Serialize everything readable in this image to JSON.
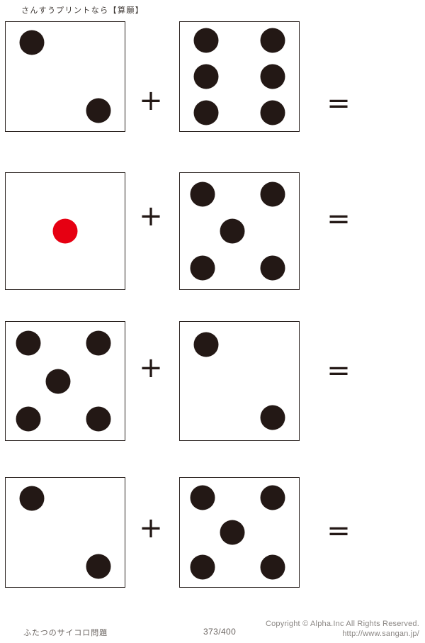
{
  "header": {
    "title": "さんすうプリントなら【算願】"
  },
  "operators": {
    "plus": "+",
    "equals": "="
  },
  "problems": [
    {
      "index": 1,
      "left_die": {
        "value": 2,
        "pip_color": "#231815"
      },
      "right_die": {
        "value": 6,
        "pip_color": "#231815"
      },
      "operator": "+",
      "result_operator": "=",
      "answer": ""
    },
    {
      "index": 2,
      "left_die": {
        "value": 1,
        "pip_color": "#e60012"
      },
      "right_die": {
        "value": 5,
        "pip_color": "#231815"
      },
      "operator": "+",
      "result_operator": "=",
      "answer": ""
    },
    {
      "index": 3,
      "left_die": {
        "value": 5,
        "pip_color": "#231815"
      },
      "right_die": {
        "value": 2,
        "pip_color": "#231815"
      },
      "operator": "+",
      "result_operator": "=",
      "answer": ""
    },
    {
      "index": 4,
      "left_die": {
        "value": 2,
        "pip_color": "#231815"
      },
      "right_die": {
        "value": 5,
        "pip_color": "#231815"
      },
      "operator": "+",
      "result_operator": "=",
      "answer": ""
    }
  ],
  "footer": {
    "sheet_title": "ふたつのサイコロ問題",
    "page": "373/400",
    "copyright": "Copyright ©  Alpha.Inc All Rights Reserved.",
    "url": "http://www.sangan.jp/"
  },
  "colors": {
    "pip_black": "#231815",
    "pip_red": "#e60012",
    "border": "#2b2320",
    "background": "#ffffff"
  }
}
